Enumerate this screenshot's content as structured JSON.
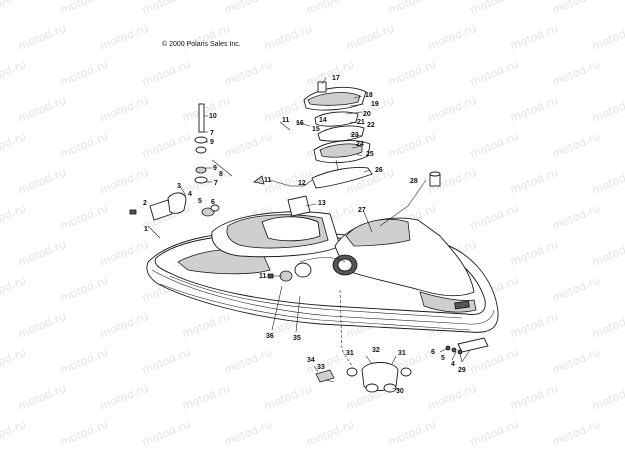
{
  "copyright": "© 2000 Polaris Sales Inc.",
  "watermark_text": "motod.ru",
  "callouts": [
    "1",
    "2",
    "3",
    "4",
    "5",
    "6",
    "7",
    "8",
    "9",
    "10",
    "11",
    "12",
    "13",
    "14",
    "15",
    "16",
    "17",
    "18",
    "19",
    "20",
    "21",
    "22",
    "23",
    "24",
    "25",
    "26",
    "27",
    "28",
    "29",
    "30",
    "31",
    "32",
    "33",
    "34",
    "35",
    "36"
  ],
  "colors": {
    "ink": "#1a1a1a",
    "watermark": "#e3e3e3",
    "background": "#ffffff"
  }
}
